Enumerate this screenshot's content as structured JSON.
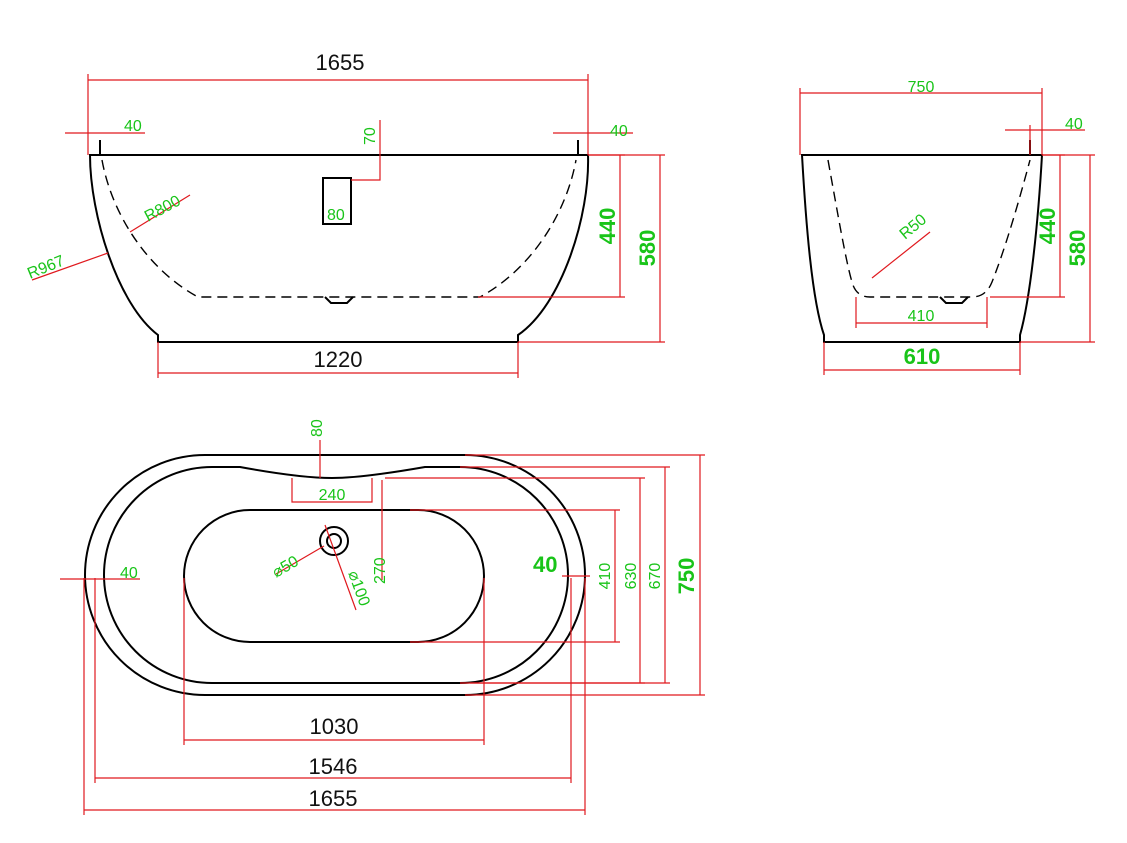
{
  "front_view": {
    "overall_length": "1655",
    "base_length": "1220",
    "rim_left": "40",
    "rim_right": "40",
    "overflow_offset": "70",
    "overflow_size": "80",
    "inner_radius": "R800",
    "outer_radius": "R967",
    "inner_depth": "440",
    "overall_height": "580"
  },
  "side_view": {
    "overall_width": "750",
    "rim": "40",
    "inner_radius": "R50",
    "inner_depth": "440",
    "overall_height": "580",
    "floor_width": "410",
    "base_width": "610"
  },
  "top_view": {
    "overflow_depth": "80",
    "overflow_width": "240",
    "drain_diameter": "⌀50",
    "drain_surround": "⌀100",
    "drain_offset": "270",
    "rim_left": "40",
    "rim_right": "40",
    "floor_width": "410",
    "inner_width": "630",
    "rim_inner_width": "670",
    "overall_width": "750",
    "floor_length": "1030",
    "inner_length": "1546",
    "overall_length": "1655"
  },
  "colors": {
    "outline": "#000000",
    "dimension_line": "#e0191e",
    "dimension_text_green": "#19c419",
    "dimension_text_black": "#111111"
  }
}
